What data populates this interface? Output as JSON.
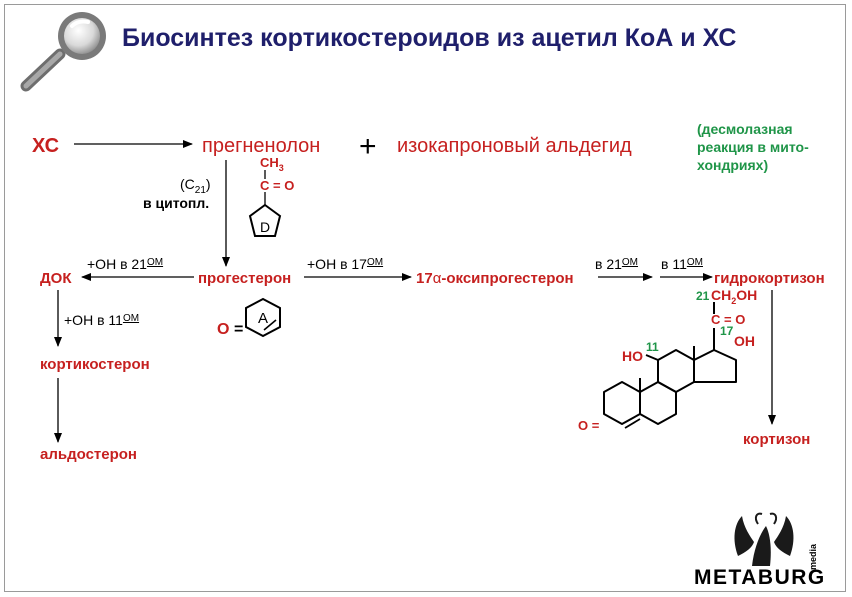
{
  "header": {
    "title": "Биосинтез кортикостероидов из ацетил КоА и ХС",
    "icon": "magnifier-icon"
  },
  "colors": {
    "title": "#1f1f6b",
    "compound": "#c6201f",
    "note": "#1f9548",
    "label": "#000000"
  },
  "top_row": {
    "xc": "ХС",
    "pregnenolone": "прегненолон",
    "plus": "+",
    "isocaproic": "изокапроновый альдегид",
    "note_line1": "(десмолазная",
    "note_line2": "реакция в мито-",
    "note_line3": "хондриях)"
  },
  "side_chain": {
    "ch": "CH",
    "ch_sub": "3",
    "c_eq_o": "C = O",
    "ring": "D"
  },
  "cytoplasm": {
    "c21_open": "(C",
    "c21_sub": "21",
    "c21_close": ")",
    "location": "в цитопл."
  },
  "mid_row": {
    "doc": "ДОК",
    "progesterone": "прогестерон",
    "hydroxy_progesterone_prefix": "17",
    "alpha": "α",
    "hydroxy_progesterone_suffix": "-оксипрогестерон",
    "hydrocortisone": "гидрокортизон",
    "arrow_oh21": "+ОН в 21",
    "arrow_oh17": "+ОН в 17",
    "arrow_b21": "в 21",
    "arrow_b11": "в 11",
    "om": "ОМ"
  },
  "ring_a": {
    "o": "O",
    "eq": "=",
    "label": "A"
  },
  "left_column": {
    "arrow_oh11": "+ОН в 11",
    "om": "ОМ",
    "corticosterone": "кортикостерон",
    "aldosterone": "альдостерон"
  },
  "steroid": {
    "pos21": "21",
    "ch2oh_ch": "CH",
    "ch2oh_sub": "2",
    "ch2oh_oh": "OH",
    "c_eq_o": "C = O",
    "pos17": "17",
    "oh17": "OH",
    "ho": "HO",
    "pos11": "11",
    "keto_o": "O =",
    "cortisone": "кортизон"
  },
  "brand": {
    "name": "METABURG",
    "sub": "media"
  }
}
